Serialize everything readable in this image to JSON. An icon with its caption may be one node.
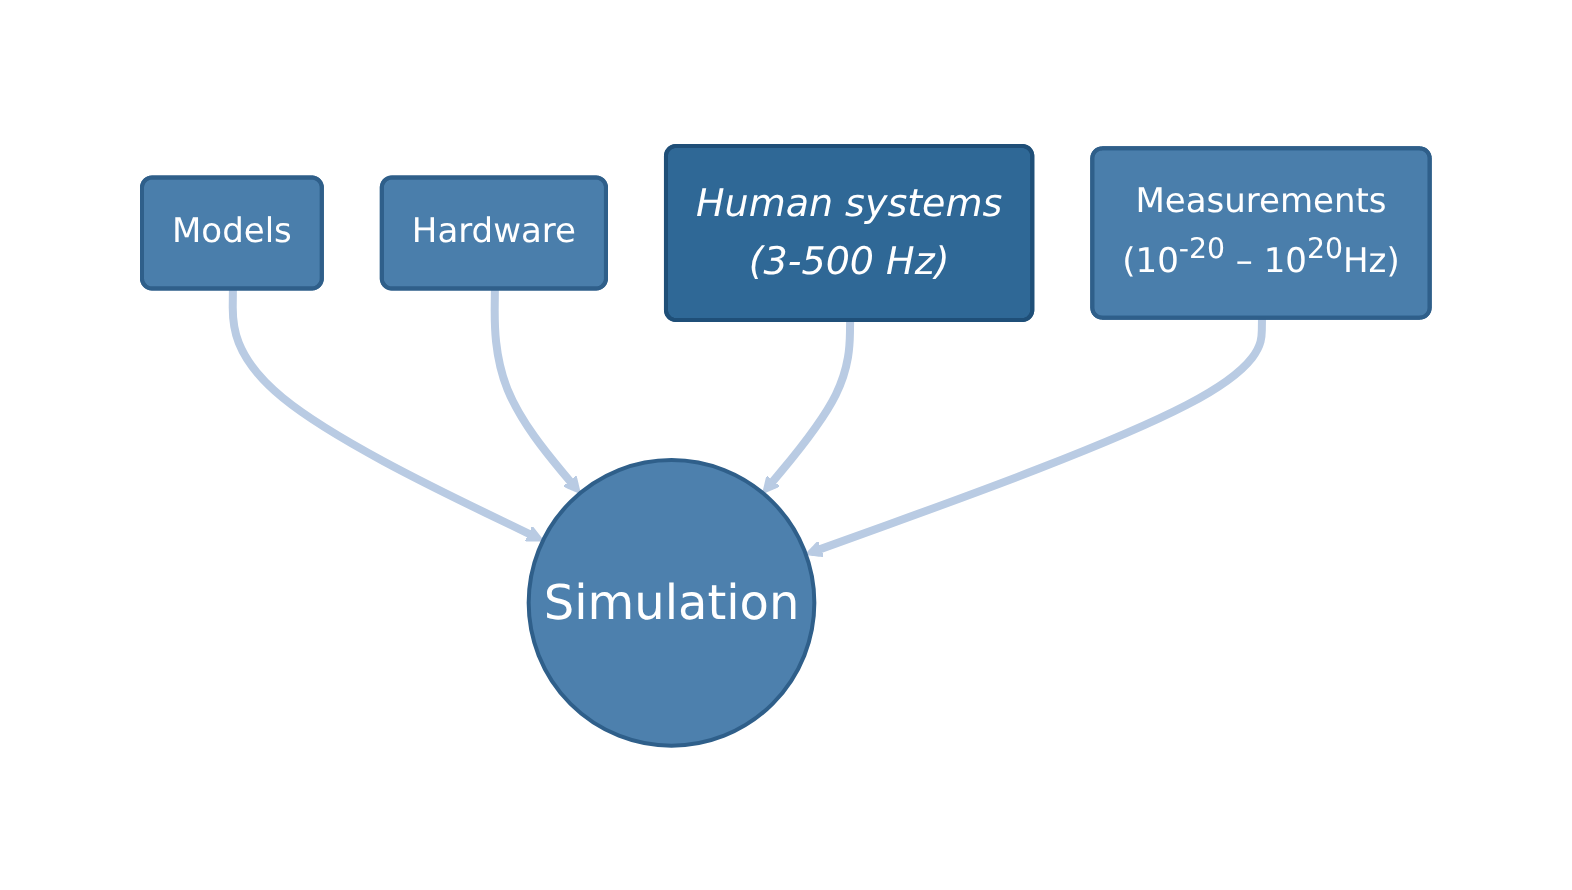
{
  "diagram": {
    "nodes": [
      {
        "text": [
          "Models"
        ]
      },
      {
        "text": [
          "Hardware"
        ]
      },
      {
        "text": [
          "Human systems",
          "(3-500 Hz)"
        ]
      },
      {
        "text": [
          "Simulation"
        ]
      },
      {
        "text": [
          "Measurements",
          "(10$^{-20}$ – 10$^{20}$Hz)"
        ]
      }
    ],
    "edges": [
      {
        "from": 0,
        "to": 3,
        "arrow": "to"
      },
      {
        "from": 1,
        "to": 3,
        "arrow": "to"
      },
      {
        "from": 2,
        "to": 3,
        "arrow": "to"
      },
      {
        "from": 4,
        "to": 3,
        "arrow": "to"
      }
    ]
  }
}
